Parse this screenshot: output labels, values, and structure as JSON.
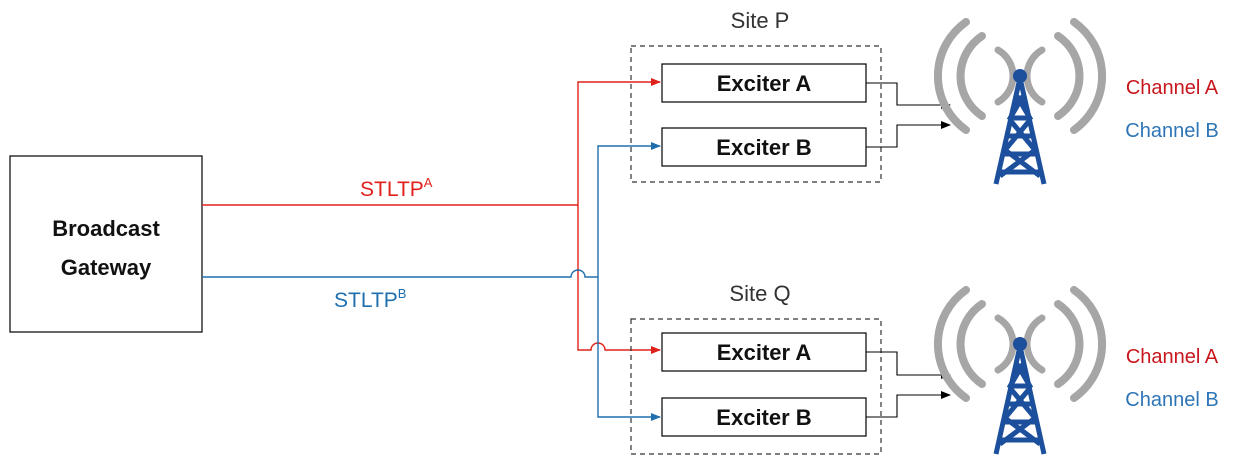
{
  "gateway": {
    "line1": "Broadcast",
    "line2": "Gateway"
  },
  "links": {
    "a": {
      "label": "STLTP",
      "superscript": "A",
      "color": "#e0211b"
    },
    "b": {
      "label": "STLTP",
      "superscript": "B",
      "color": "#1f6fae"
    }
  },
  "sites": [
    {
      "title": "Site P",
      "exciter_a": "Exciter A",
      "exciter_b": "Exciter B",
      "channel_a": "Channel A",
      "channel_b": "Channel B"
    },
    {
      "title": "Site Q",
      "exciter_a": "Exciter A",
      "exciter_b": "Exciter B",
      "channel_a": "Channel A",
      "channel_b": "Channel B"
    }
  ],
  "colors": {
    "channel_a": "#c8161d",
    "channel_b": "#2e75b6",
    "tower": "#1c4f9c",
    "waves": "#a6a6a6"
  },
  "icons": [
    "broadcast-tower-icon",
    "radio-waves-icon"
  ]
}
